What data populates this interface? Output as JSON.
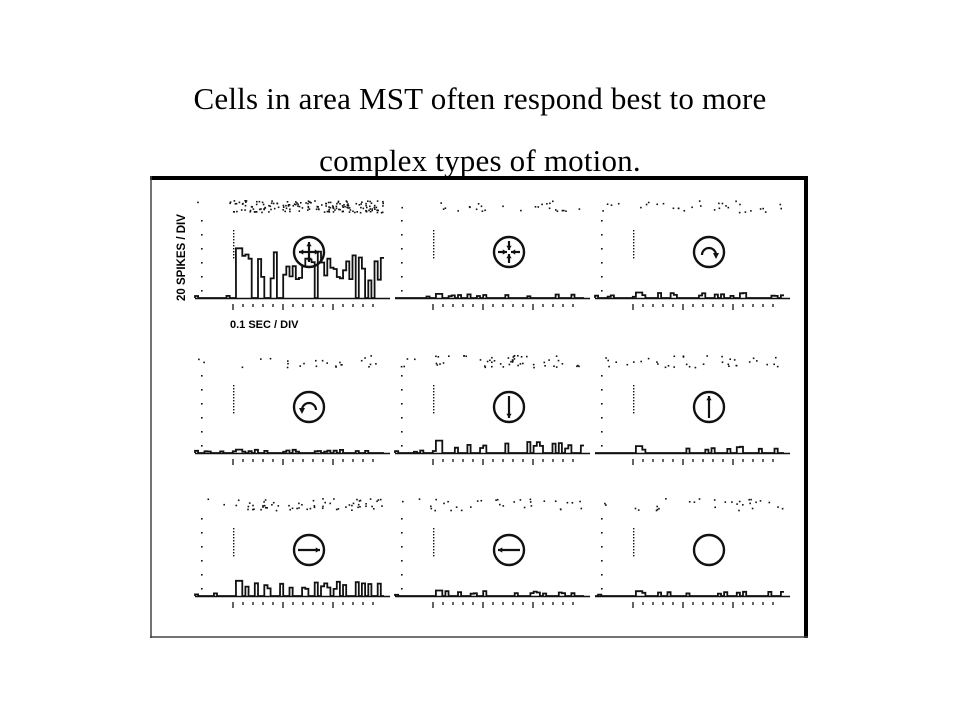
{
  "title": {
    "line1": "Cells in area MST often respond best to more",
    "line2": "complex types of motion."
  },
  "figure": {
    "y_axis_label": "20 SPIKES / DIV",
    "x_axis_label": "0.1 SEC / DIV",
    "panels": [
      {
        "icon": "expansion-icon",
        "response": 0.72
      },
      {
        "icon": "contraction-icon",
        "response": 0.06
      },
      {
        "icon": "clockwise-rotation-icon",
        "response": 0.08
      },
      {
        "icon": "counterclockwise-rotation-icon",
        "response": 0.05
      },
      {
        "icon": "downward-motion-icon",
        "response": 0.18
      },
      {
        "icon": "upward-motion-icon",
        "response": 0.1
      },
      {
        "icon": "rightward-motion-icon",
        "response": 0.22
      },
      {
        "icon": "leftward-motion-icon",
        "response": 0.08
      },
      {
        "icon": "no-motion-circle-icon",
        "response": 0.07
      }
    ],
    "colors": {
      "ink": "#111111",
      "border": "#000000"
    }
  }
}
